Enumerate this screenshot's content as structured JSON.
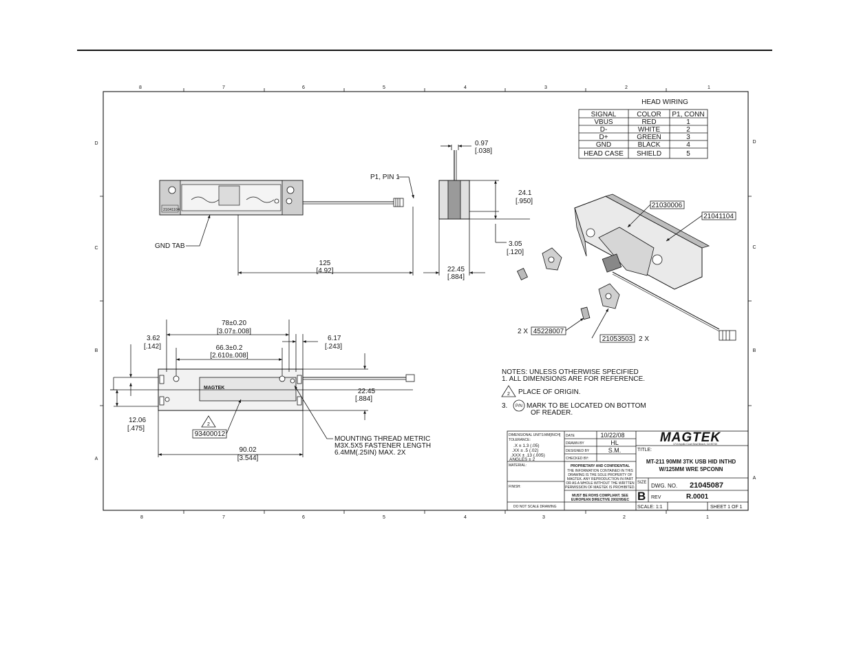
{
  "zone_labels": {
    "columns": [
      "8",
      "7",
      "6",
      "5",
      "4",
      "3",
      "2",
      "1"
    ],
    "rows": [
      "D",
      "C",
      "B",
      "A"
    ]
  },
  "head_wiring": {
    "title": "HEAD WIRING",
    "headers": [
      "SIGNAL",
      "COLOR",
      "P1, CONN"
    ],
    "rows": [
      [
        "VBUS",
        "RED",
        "1"
      ],
      [
        "D-",
        "WHITE",
        "2"
      ],
      [
        "D+",
        "GREEN",
        "3"
      ],
      [
        "GND",
        "BLACK",
        "4"
      ],
      [
        "HEAD CASE",
        "SHIELD",
        "5"
      ]
    ]
  },
  "front_view": {
    "part_label": "21041104",
    "pin_label": "P1, PIN 1",
    "gnd_tab": "GND TAB",
    "dim_length": "125",
    "dim_length_in": "[4.92]"
  },
  "side_view": {
    "dim_top": "0.97",
    "dim_top_in": "[.038]",
    "dim_height": "24.1",
    "dim_height_in": "[.950]",
    "dim_bottom": "3.05",
    "dim_bottom_in": "[.120]",
    "dim_width": "22.45",
    "dim_width_in": "[.884]"
  },
  "top_view": {
    "dim_78": "78±0.20",
    "dim_78_in": "[3.07±.008]",
    "dim_66": "66.3±0.2",
    "dim_66_in": "[2.610±.008]",
    "dim_362": "3.62",
    "dim_362_in": "[.142]",
    "dim_617": "6.17",
    "dim_617_in": "[.243]",
    "dim_2245": "22.45",
    "dim_2245_in": "[.884]",
    "dim_1206": "12.06",
    "dim_1206_in": "[.475]",
    "dim_9002": "90.02",
    "dim_9002_in": "[3.544]",
    "brand_mark": "MAGTEK",
    "origin_flag": "2",
    "origin_part": "93400012",
    "mount_note": [
      "MOUNTING THREAD METRIC",
      "M3X.5X5 FASTENER LENGTH",
      "6.4MM(.25IN) MAX. 2X"
    ]
  },
  "iso_view": {
    "callout_1": "21030006",
    "callout_2": "21041104",
    "callout_3": "45228007",
    "callout_3_qty": "2 X",
    "callout_4": "21053503",
    "callout_4_qty": "2 X"
  },
  "notes": {
    "header": "NOTES: UNLESS OTHERWISE SPECIFIED",
    "note1": "1.    ALL DIMENSIONS ARE FOR REFERENCE.",
    "note2_flag": "2",
    "note2": "PLACE OF ORIGIN.",
    "note3_num": "3.",
    "note3_mark": "P/N",
    "note3_line1": "MARK TO BE LOCATED ON BOTTOM",
    "note3_line2": "OF READER."
  },
  "title_block": {
    "dim_units": "DIMENSIONAL UNITS:MM[INCH]",
    "tolerance": "TOLERANCE:",
    "tol_x": ".X   ± 1.3 (.05)",
    "tol_xx": ".XX  ± .5 (.02)",
    "tol_xxx": ".XXX ± .13 (.005)",
    "angles": "ANGLES ± 2",
    "material": "MATERIAL:",
    "finish": "FINISH:",
    "no_scale": "DO NOT SCALE DRAWING",
    "date_label": "DATE",
    "date": "10/22/08",
    "drawn_label": "DRAWN BY",
    "drawn": "HL",
    "designed_label": "DESIGNED BY",
    "designed": "S.M.",
    "checked_label": "CHECKED BY:",
    "prop_title": "PROPRIETARY AND CONFIDENTIAL",
    "prop_lines": [
      "THE INFORMATION CONTAINED IN THIS",
      "DRAWING IS THE SOLE PROPERTY OF",
      "MAGTEK. ANY REPRODUCTION IN PART",
      "OR AS A WHOLE WITHOUT THE WRITTEN",
      "PERMISSION OF MAGTEK IS PROHIBITED."
    ],
    "rohs_lines": [
      "MUST BE ROHS COMPLIANT. SEE",
      "EUROPEAN DIRECTIVE 2002/95/EC"
    ],
    "logo": "MAGTEK",
    "logo_sub": "1710 Apollo Court  Seal Beach, CA 90740",
    "title_label": "TITLE:",
    "title_line1": "MT-211 90MM 3TK USB HID INTHD",
    "title_line2": "W/125MM WRE 5PCONN",
    "size_label": "SIZE",
    "size": "B",
    "dwg_label": "DWG.  NO.",
    "dwg_no": "21045087",
    "rev_label": "REV",
    "rev": "R.0001",
    "scale": "SCALE: 1:1",
    "sheet": "SHEET 1 OF 1"
  }
}
